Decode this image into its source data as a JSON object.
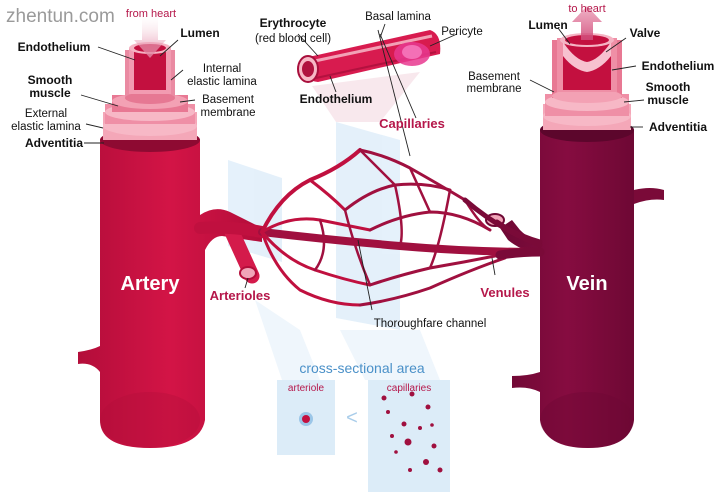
{
  "watermark": "zhentun.com",
  "artery": {
    "name": "Artery",
    "from_heart": "from heart",
    "labels": {
      "endothelium": "Endothelium",
      "lumen": "Lumen",
      "internal_elastic_lamina_1": "Internal",
      "internal_elastic_lamina_2": "elastic lamina",
      "smooth_muscle_1": "Smooth",
      "smooth_muscle_2": "muscle",
      "basement_membrane_1": "Basement",
      "basement_membrane_2": "membrane",
      "external_elastic_lamina_1": "External",
      "external_elastic_lamina_2": "elastic lamina",
      "adventitia": "Adventitia"
    }
  },
  "capillary": {
    "erythrocyte": "Erythrocyte",
    "erythrocyte_sub": "(red blood cell)",
    "basal_lamina": "Basal lamina",
    "pericyte": "Pericyte",
    "endothelium": "Endothelium",
    "capillaries": "Capillaries",
    "thoroughfare": "Thoroughfare channel",
    "arterioles": "Arterioles",
    "venules": "Venules"
  },
  "vein": {
    "name": "Vein",
    "to_heart": "to heart",
    "labels": {
      "lumen": "Lumen",
      "valve": "Valve",
      "endothelium": "Endothelium",
      "basement_membrane_1": "Basement",
      "basement_membrane_2": "membrane",
      "smooth_muscle_1": "Smooth",
      "smooth_muscle_2": "muscle",
      "adventitia": "Adventitia"
    }
  },
  "cross_section": {
    "title": "cross-sectional area",
    "arteriole": "arteriole",
    "capillaries": "capillaries",
    "comparison": "<"
  },
  "colors": {
    "artery": "#c0103f",
    "vein": "#7a0a38",
    "label_accent": "#b5174a",
    "panel_blue": "#dcecf8"
  }
}
